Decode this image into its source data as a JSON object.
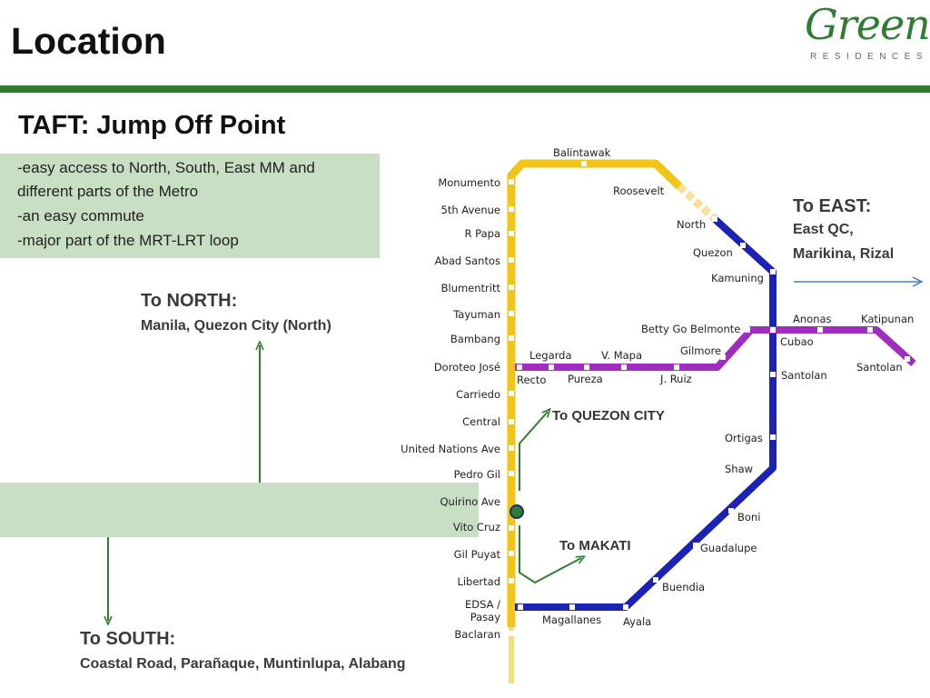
{
  "header": {
    "title": "Location",
    "logo_word": "Green",
    "logo_sub": "RESIDENCES"
  },
  "subtitle": "TAFT: Jump Off Point",
  "notes": [
    "-easy access to North, South, East MM and",
    "different parts of the Metro",
    "-an easy commute",
    "-major part of the MRT-LRT loop"
  ],
  "directions": {
    "north": {
      "heading": "To NORTH:",
      "detail": "Manila, Quezon City (North)"
    },
    "south": {
      "heading": "To SOUTH:",
      "detail": "Coastal Road, Parañaque, Muntinlupa, Alabang"
    },
    "east": {
      "heading": "To EAST:",
      "line1": "East QC,",
      "line2": "Marikina, Rizal"
    },
    "quezon_city": "To QUEZON CITY",
    "makati": "To MAKATI"
  },
  "colors": {
    "brand_green": "#2e7d32",
    "panel_green": "#c8dfc4",
    "yellow_line": "#f2c418",
    "blue_line": "#1c22b4",
    "purple_line": "#a12cc0",
    "arrow_blue": "#4a7ebb"
  },
  "map": {
    "yellow_stations": [
      "Monumento",
      "5th Avenue",
      "R Papa",
      "Abad Santos",
      "Blumentritt",
      "Tayuman",
      "Bambang",
      "Doroteo José",
      "Carriedo",
      "Central",
      "United Nations Ave",
      "Pedro Gil",
      "Quirino Ave",
      "Vito Cruz",
      "Gil Puyat",
      "Libertad",
      "EDSA / Pasay",
      "Baclaran"
    ],
    "top_station": "Balintawak",
    "blue_stations": [
      "Roosevelt",
      "North",
      "Quezon",
      "Kamuning",
      "Cubao",
      "Santolan",
      "Ortigas",
      "Shaw",
      "Boni",
      "Guadalupe",
      "Buendia",
      "Ayala",
      "Magallanes"
    ],
    "purple_stations": [
      "Recto",
      "Legarda",
      "Pureza",
      "V. Mapa",
      "J. Ruiz",
      "Gilmore",
      "Betty Go Belmonte",
      "Anonas",
      "Katipunan",
      "Santolan"
    ]
  }
}
